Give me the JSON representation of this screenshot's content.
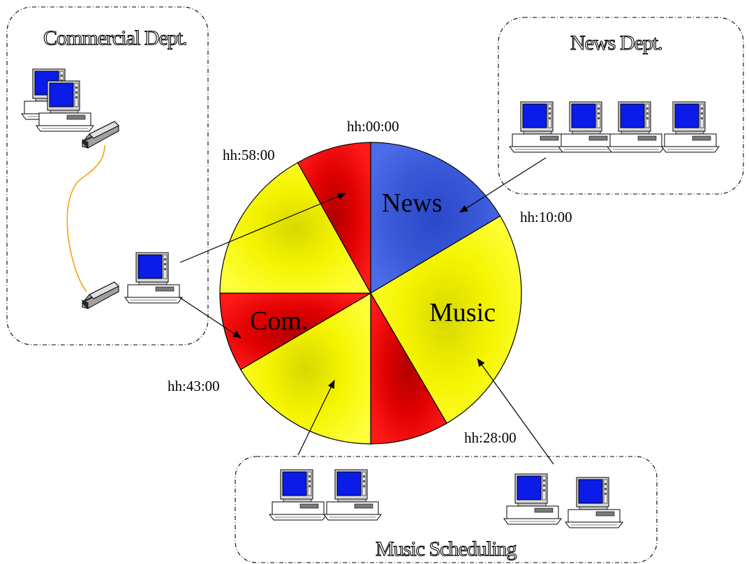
{
  "boxes": {
    "commercial": {
      "title": "Commercial Dept."
    },
    "news": {
      "title": "News Dept."
    },
    "music": {
      "title": "Music Scheduling"
    }
  },
  "clock": {
    "segments": [
      {
        "label": "News",
        "color": "#3a5ad9"
      },
      {
        "label": "Music",
        "color": "#f2f200"
      },
      {
        "label": "",
        "color": "#dd0000"
      },
      {
        "label": "",
        "color": "#f2f200"
      },
      {
        "label": "Com.",
        "color": "#dd0000"
      },
      {
        "label": "",
        "color": "#f2f200"
      },
      {
        "label": "",
        "color": "#dd0000"
      }
    ],
    "time_labels": [
      "hh:00:00",
      "hh:10:00",
      "hh:28:00",
      "hh:43:00",
      "hh:58:00"
    ]
  },
  "colors": {
    "cable": "#ff9900",
    "screen": "#0b1be8",
    "border": "#000000"
  }
}
